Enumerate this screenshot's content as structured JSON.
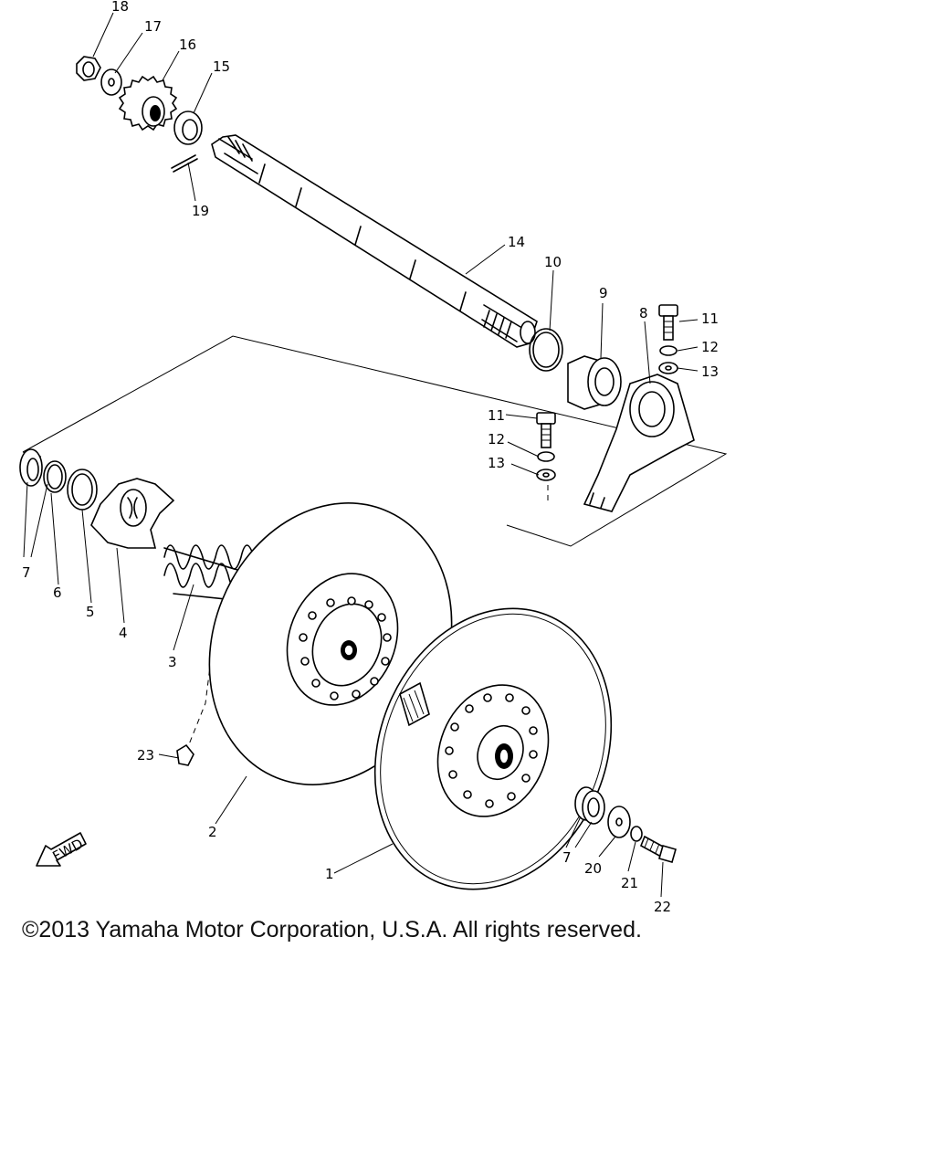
{
  "parts": [
    {
      "id": "p1",
      "label": "1"
    },
    {
      "id": "p2",
      "label": "2"
    },
    {
      "id": "p3",
      "label": "3"
    },
    {
      "id": "p4",
      "label": "4"
    },
    {
      "id": "p5",
      "label": "5"
    },
    {
      "id": "p6",
      "label": "6"
    },
    {
      "id": "p7a",
      "label": "7"
    },
    {
      "id": "p7b",
      "label": "7"
    },
    {
      "id": "p8",
      "label": "8"
    },
    {
      "id": "p9",
      "label": "9"
    },
    {
      "id": "p10",
      "label": "10"
    },
    {
      "id": "p11a",
      "label": "11"
    },
    {
      "id": "p11b",
      "label": "11"
    },
    {
      "id": "p12a",
      "label": "12"
    },
    {
      "id": "p12b",
      "label": "12"
    },
    {
      "id": "p13a",
      "label": "13"
    },
    {
      "id": "p13b",
      "label": "13"
    },
    {
      "id": "p14",
      "label": "14"
    },
    {
      "id": "p15",
      "label": "15"
    },
    {
      "id": "p16",
      "label": "16"
    },
    {
      "id": "p17",
      "label": "17"
    },
    {
      "id": "p18",
      "label": "18"
    },
    {
      "id": "p19",
      "label": "19"
    },
    {
      "id": "p20",
      "label": "20"
    },
    {
      "id": "p21",
      "label": "21"
    },
    {
      "id": "p22",
      "label": "22"
    },
    {
      "id": "p23",
      "label": "23"
    }
  ],
  "fwd_label": "FWD",
  "copyright": "©2013 Yamaha Motor Corporation, U.S.A. All rights reserved."
}
